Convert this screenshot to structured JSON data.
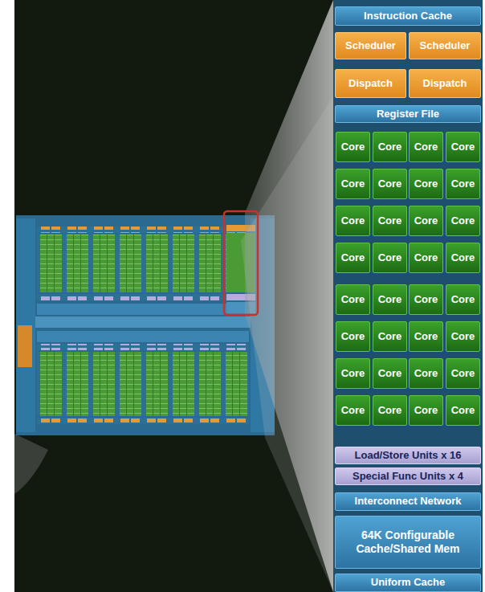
{
  "diagram": {
    "nodes": [
      {
        "text": [
          "Instruction Cache"
        ]
      },
      {
        "text": [
          "Scheduler"
        ]
      },
      {
        "text": [
          "Scheduler"
        ]
      },
      {
        "text": [
          "Dispatch"
        ]
      },
      {
        "text": [
          "Dispatch"
        ]
      },
      {
        "text": [
          "Register File"
        ]
      },
      {
        "text": [
          "Core"
        ]
      },
      {
        "text": [
          "Core"
        ]
      },
      {
        "text": [
          "Core"
        ]
      },
      {
        "text": [
          "Core"
        ]
      },
      {
        "text": [
          "Core"
        ]
      },
      {
        "text": [
          "Core"
        ]
      },
      {
        "text": [
          "Core"
        ]
      },
      {
        "text": [
          "Core"
        ]
      },
      {
        "text": [
          "Core"
        ]
      },
      {
        "text": [
          "Core"
        ]
      },
      {
        "text": [
          "Core"
        ]
      },
      {
        "text": [
          "Core"
        ]
      },
      {
        "text": [
          "Core"
        ]
      },
      {
        "text": [
          "Core"
        ]
      },
      {
        "text": [
          "Core"
        ]
      },
      {
        "text": [
          "Core"
        ]
      },
      {
        "text": [
          "Core"
        ]
      },
      {
        "text": [
          "Core"
        ]
      },
      {
        "text": [
          "Core"
        ]
      },
      {
        "text": [
          "Core"
        ]
      },
      {
        "text": [
          "Core"
        ]
      },
      {
        "text": [
          "Core"
        ]
      },
      {
        "text": [
          "Core"
        ]
      },
      {
        "text": [
          "Core"
        ]
      },
      {
        "text": [
          "Core"
        ]
      },
      {
        "text": [
          "Core"
        ]
      },
      {
        "text": [
          "Core"
        ]
      },
      {
        "text": [
          "Core"
        ]
      },
      {
        "text": [
          "Core"
        ]
      },
      {
        "text": [
          "Core"
        ]
      },
      {
        "text": [
          "Core"
        ]
      },
      {
        "text": [
          "Core"
        ]
      },
      {
        "text": [
          "Load/Store Units x 16"
        ]
      },
      {
        "text": [
          "Special Func Units x 4"
        ]
      },
      {
        "text": [
          "Interconnect Network"
        ]
      },
      {
        "text": [
          "64K Configurable Cache/Shared Mem"
        ]
      },
      {
        "text": [
          "Uniform Cache"
        ]
      }
    ]
  }
}
